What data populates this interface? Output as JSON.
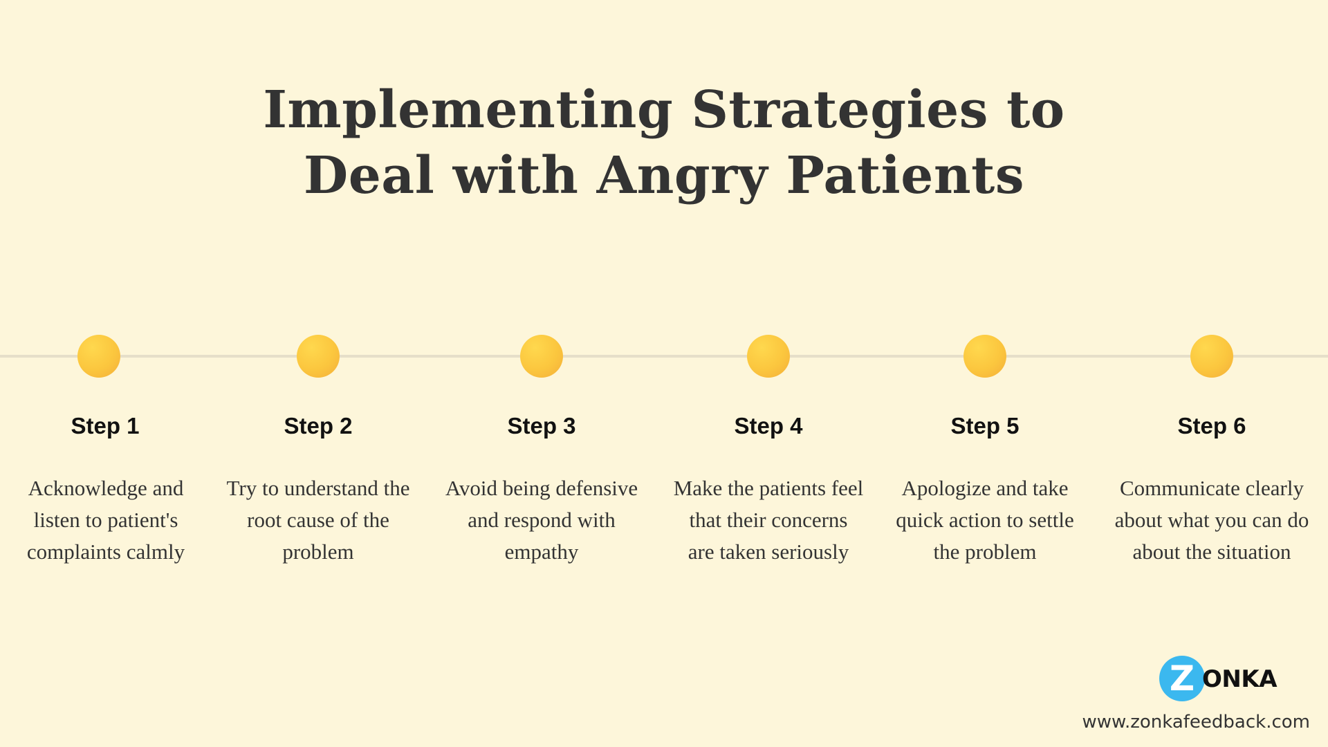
{
  "title": {
    "line1": "Implementing Strategies to",
    "line2": "Deal with Angry Patients"
  },
  "steps": [
    {
      "label": "Step 1",
      "desc": [
        "Acknowledge and",
        "listen to patient's",
        "complaints calmly"
      ]
    },
    {
      "label": "Step 2",
      "desc": [
        "Try to understand the",
        "root cause of the",
        "problem"
      ]
    },
    {
      "label": "Step 3",
      "desc": [
        "Avoid being defensive",
        "and respond with",
        "empathy"
      ]
    },
    {
      "label": "Step 4",
      "desc": [
        "Make the patients feel",
        "that their concerns",
        "are taken seriously"
      ]
    },
    {
      "label": "Step 5",
      "desc": [
        "Apologize and take",
        "quick action to settle",
        "the problem"
      ]
    },
    {
      "label": "Step 6",
      "desc": [
        "Communicate clearly",
        "about what you can do",
        "about the situation"
      ]
    }
  ],
  "logo": {
    "initial": "Z",
    "rest": "ONKA"
  },
  "website": "www.zonkafeedback.com",
  "colors": {
    "background": "#fdf6da",
    "dot": "#fbc63e",
    "logo_circle": "#3bb8ef",
    "timeline": "#e6dfc9"
  }
}
